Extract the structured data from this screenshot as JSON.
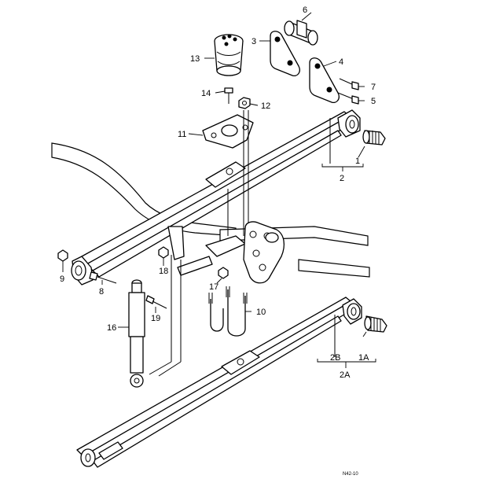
{
  "callouts": {
    "c1": "1",
    "c1A": "1A",
    "c2": "2",
    "c2A": "2A",
    "c2B": "2B",
    "c3": "3",
    "c4": "4",
    "c5": "5",
    "c6": "6",
    "c7": "7",
    "c8": "8",
    "c9": "9",
    "c10": "10",
    "c11": "11",
    "c12": "12",
    "c13": "13",
    "c14": "14",
    "c16": "16",
    "c17": "17",
    "c18": "18",
    "c19": "19"
  },
  "footer": {
    "code": "N42-10"
  }
}
